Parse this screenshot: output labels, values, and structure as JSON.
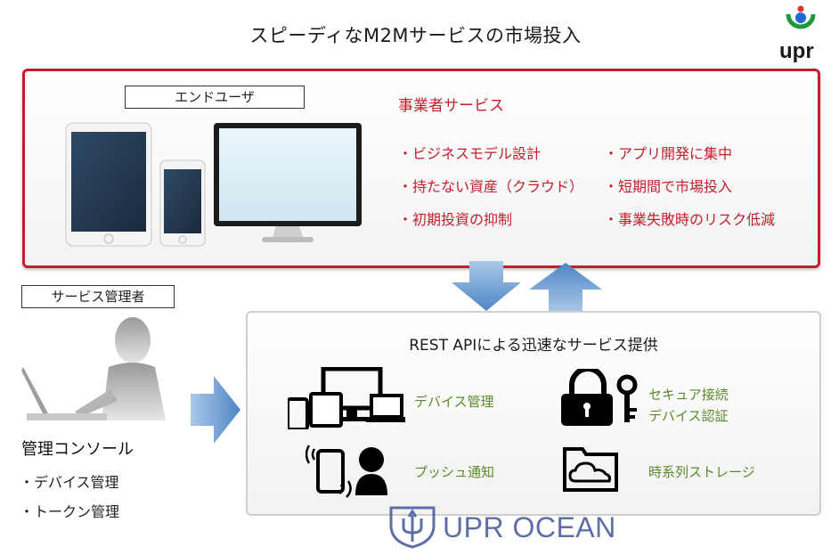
{
  "title": "スピーディなM2Mサービスの市場投入",
  "logo": {
    "text": "upr"
  },
  "end_user": {
    "label": "エンドユーザ"
  },
  "business_services": {
    "title": "事業者サービス",
    "left_items": [
      "・ビジネスモデル設計",
      "・持たない資産（クラウド）",
      "・初期投資の抑制"
    ],
    "right_items": [
      "・アプリ開発に集中",
      "・短期間で市場投入",
      "・事業失敗時のリスク低減"
    ]
  },
  "admin": {
    "label": "サービス管理者",
    "console_title": "管理コンソール",
    "console_items": [
      "・デバイス管理",
      "・トークン管理"
    ]
  },
  "rest": {
    "title": "REST APIによる迅速なサービス提供",
    "features": {
      "device_mgmt": "デバイス管理",
      "secure_line1": "セキュア接続",
      "secure_line2": "デバイス認証",
      "push": "プッシュ通知",
      "storage": "時系列ストレージ"
    }
  },
  "brand": {
    "text": "UPR OCEAN"
  },
  "colors": {
    "accent_red": "#c51d2b",
    "feature_green": "#5a8a2a",
    "arrow_blue": "#6f9cd0",
    "brand_blue": "#5d6fa6"
  }
}
